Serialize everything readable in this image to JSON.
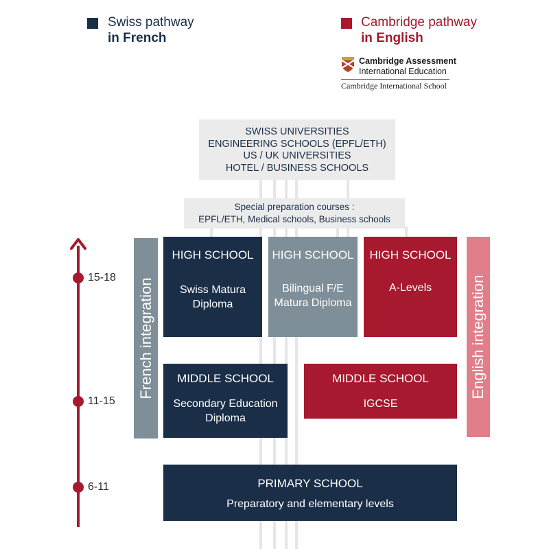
{
  "legend": {
    "swiss": {
      "line1": "Swiss pathway",
      "line2": "in French"
    },
    "cambridge": {
      "line1": "Cambridge pathway",
      "line2": "in English"
    }
  },
  "cambridge_logo": {
    "line1": "Cambridge Assessment",
    "line2": "International Education",
    "line3": "Cambridge International School"
  },
  "destinations": [
    "SWISS UNIVERSITIES",
    "ENGINEERING SCHOOLS (EPFL/ETH)",
    "US / UK UNIVERSITIES",
    "HOTEL / BUSINESS SCHOOLS"
  ],
  "preparation": {
    "line1": "Special preparation courses :",
    "line2": "EPFL/ETH, Medical schools, Business schools"
  },
  "high_school_swiss": {
    "title": "HIGH SCHOOL",
    "line1": "Swiss Matura",
    "line2": "Diploma"
  },
  "high_school_bilingual": {
    "title": "HIGH SCHOOL",
    "line1": "Bilingual F/E",
    "line2": "Matura Diploma"
  },
  "high_school_cambridge": {
    "title": "HIGH SCHOOL",
    "line1": "A-Levels"
  },
  "middle_school_swiss": {
    "title": "MIDDLE SCHOOL",
    "line1": "Secondary Education",
    "line2": "Diploma"
  },
  "middle_school_cambridge": {
    "title": "MIDDLE SCHOOL",
    "line1": "IGCSE"
  },
  "primary_school": {
    "title": "PRIMARY SCHOOL",
    "line1": "Preparatory and elementary levels"
  },
  "french_integration": "French integration",
  "english_integration": "English integration",
  "ages": [
    "15-18",
    "11-15",
    "6-11"
  ],
  "colors": {
    "navy": "#1a2e47",
    "grey": "#7e8f99",
    "red": "#a6192e",
    "pink": "#e07f8a",
    "light": "#e6e6e6"
  }
}
